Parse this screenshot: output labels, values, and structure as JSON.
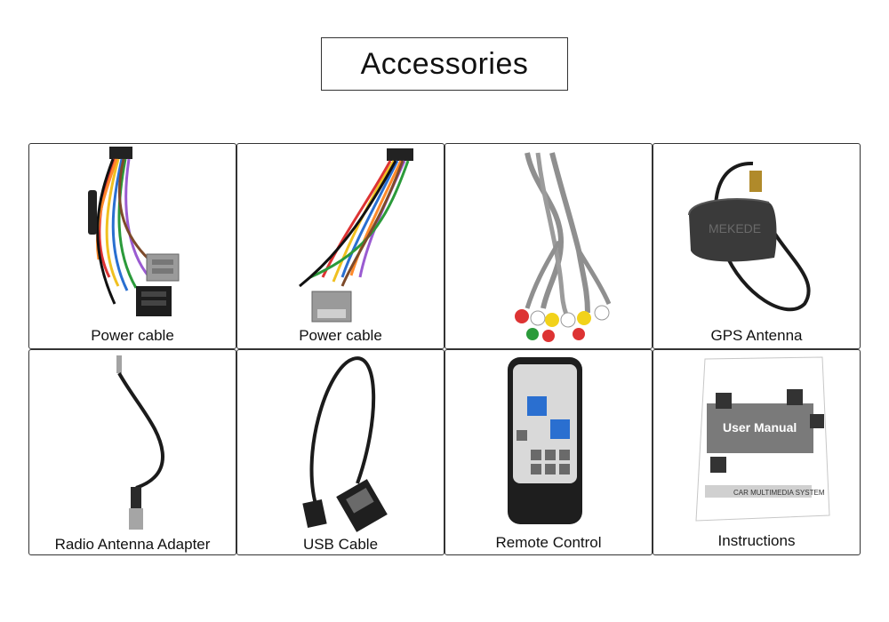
{
  "header": {
    "title": "Accessories"
  },
  "items": [
    {
      "label": "Power cable"
    },
    {
      "label": "Power cable"
    },
    {
      "label": ""
    },
    {
      "label": "GPS Antenna"
    },
    {
      "label": "Radio Antenna Adapter"
    },
    {
      "label": "USB Cable"
    },
    {
      "label": "Remote Control"
    },
    {
      "label": "Instructions"
    }
  ],
  "gps": {
    "brand_mark": "MEKEDE"
  },
  "manual": {
    "cover_title": "User Manual",
    "subtitle": "CAR MULTIMEDIA SYSTEM"
  }
}
